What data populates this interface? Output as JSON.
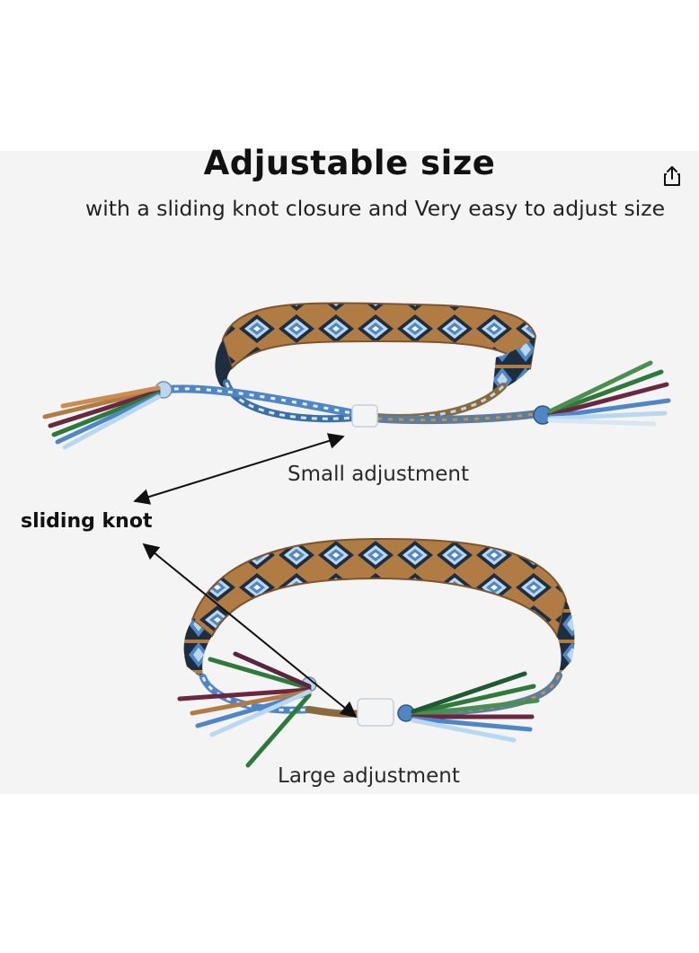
{
  "image": {
    "title": "Adjustable size",
    "subtitle": "with a sliding knot closure and Very easy to adjust size",
    "labels": {
      "small": "Small adjustment",
      "knot": "sliding knot",
      "large": "Large adjustment"
    },
    "background_color": "#f4f4f4"
  },
  "toolbar": {
    "share_icon": "share-icon"
  },
  "colors": {
    "band_brown": "#b07c43",
    "band_navy": "#1f2e3f",
    "band_blue": "#4f86c6",
    "band_light": "#b9d7ef",
    "band_green": "#2f5a3c",
    "cord_maroon": "#6b2740",
    "cord_green": "#2e7a3a",
    "knot_white": "#f2f4f6"
  }
}
